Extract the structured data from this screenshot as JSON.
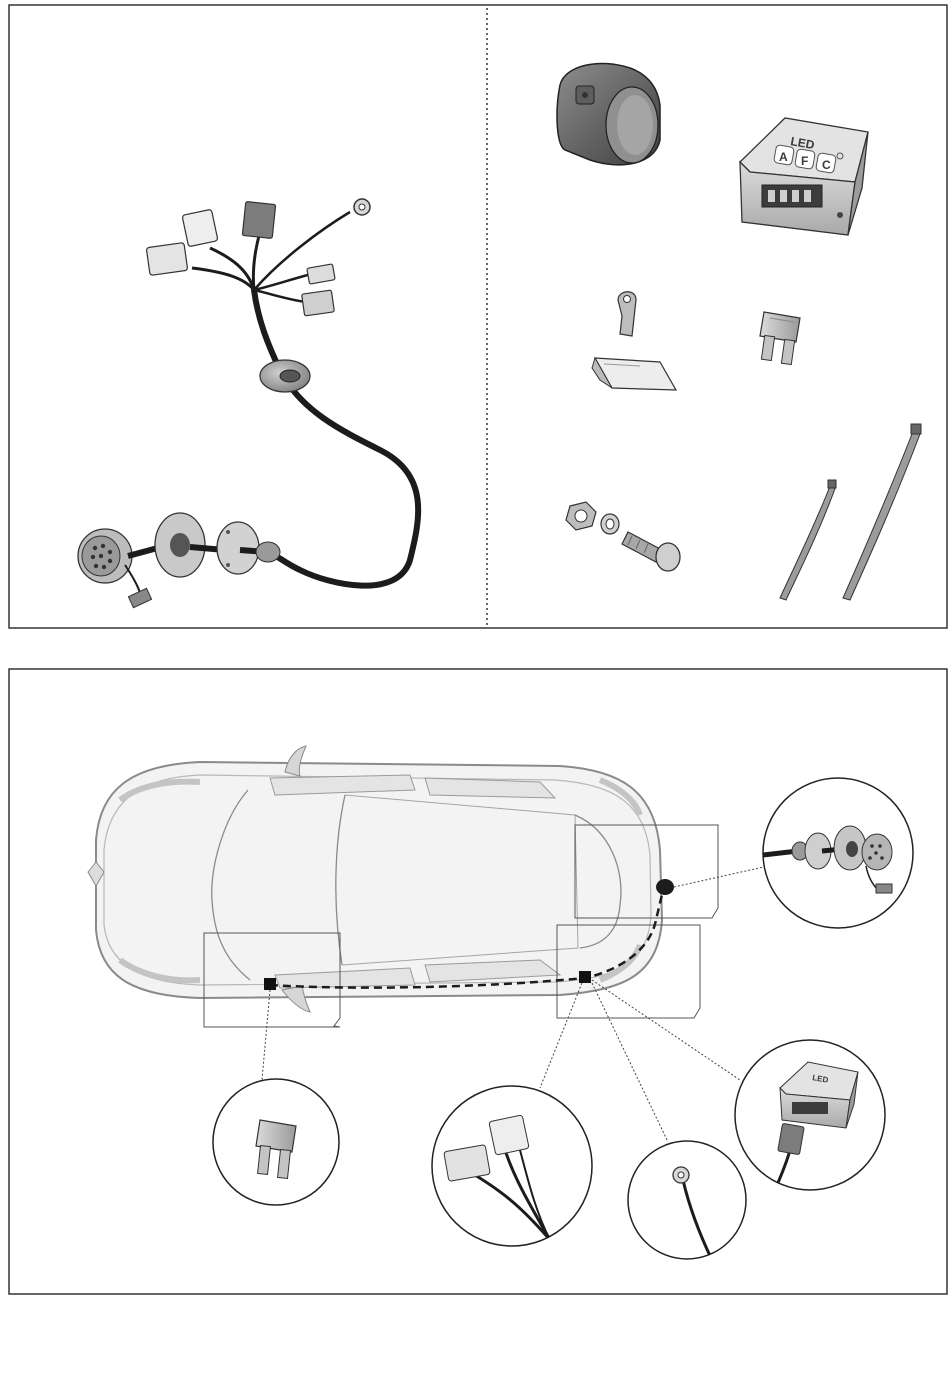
{
  "module_label": "LED",
  "module_letters": [
    "A",
    "F",
    "C"
  ],
  "colors": {
    "panel_border": "#333333",
    "cable": "#1c1c1c",
    "part_fill": "#b9b9b9",
    "part_dark": "#6e6e6e",
    "part_light": "#e6e6e6",
    "car_fill": "#f3f3f3",
    "car_line": "#8a8a8a"
  },
  "icons": [
    "wiring-harness-icon",
    "socket-icon",
    "led-module-icon",
    "ring-terminal-icon",
    "fuse-icon",
    "adhesive-pad-icon",
    "bolt-nut-washer-icon",
    "cable-tie-icon",
    "car-top-view-icon",
    "connector-icon"
  ]
}
